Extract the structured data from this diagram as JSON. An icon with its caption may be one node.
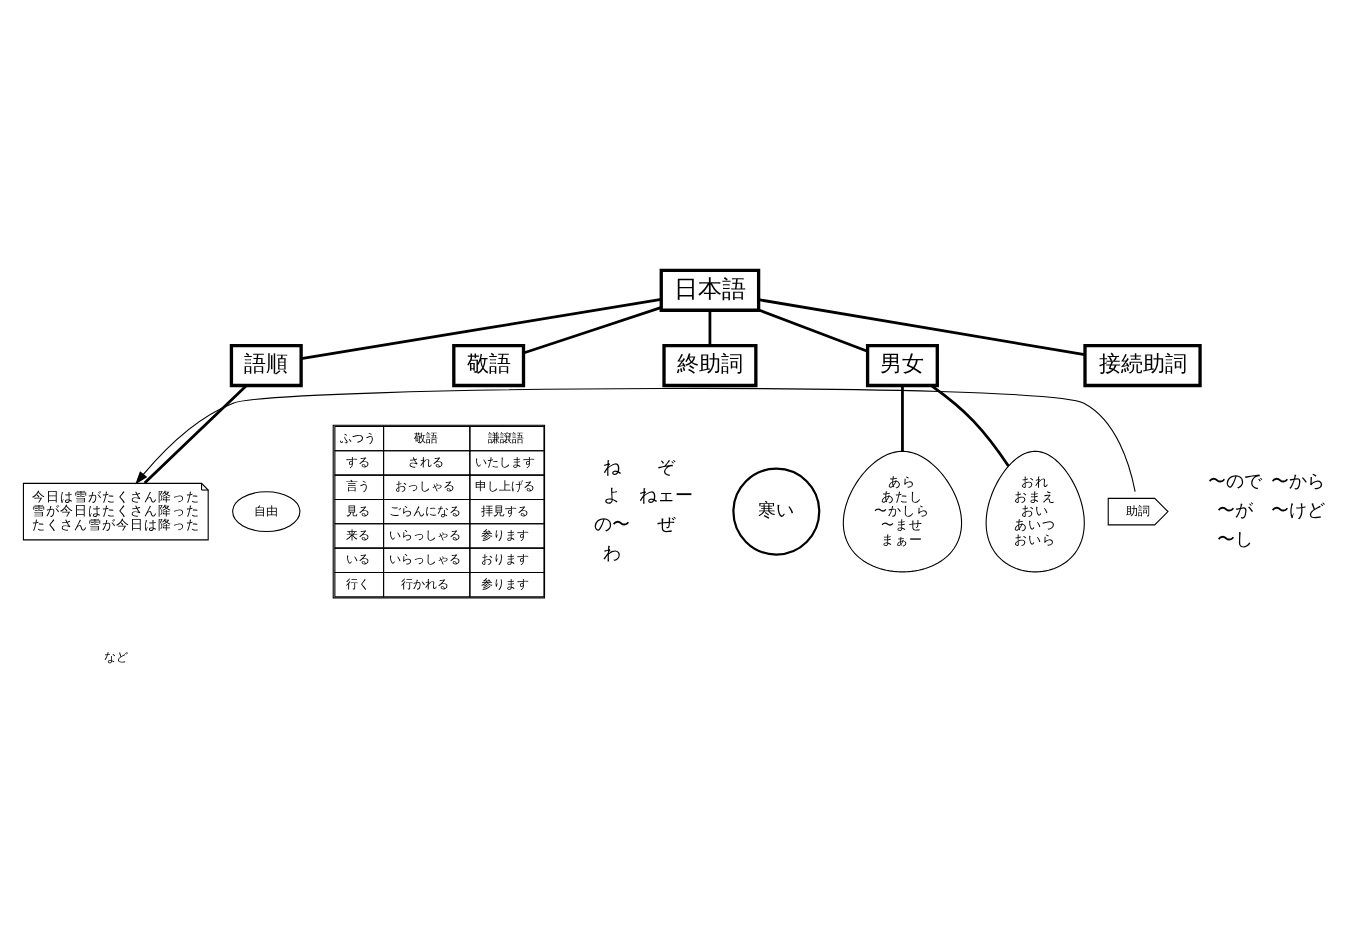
{
  "diagram": {
    "nodes": [
      {
        "text": [
          "日本語"
        ]
      },
      {
        "text": [
          "語順"
        ]
      },
      {
        "text": [
          "今日は雪がたくさん降った",
          "雪が今日はたくさん降った",
          "たくさん雪が今日は降った"
        ]
      },
      {
        "text": [
          "自由"
        ]
      },
      {
        "text": [
          "助詞"
        ]
      },
      {
        "text": [
          "敬語"
        ]
      },
      {
        "text": [
          "終助詞"
        ]
      },
      {
        "text": [
          "寒い"
        ]
      },
      {
        "text": [
          "男女"
        ]
      },
      {
        "text": [
          "おれ",
          "おまえ",
          "おい",
          "あいつ",
          "おいら"
        ]
      },
      {
        "text": [
          "あら",
          "あたし",
          "〜かしら",
          "〜ませ",
          "まぁー"
        ]
      },
      {
        "text": [
          "接続助詞"
        ]
      }
    ],
    "edges": [
      {
        "from": 0,
        "to": 1,
        "arrow": "none"
      },
      {
        "from": 1,
        "to": 2,
        "arrow": "none"
      },
      {
        "from": 4,
        "to": 2,
        "arrow": "to"
      },
      {
        "from": 0,
        "to": 5,
        "arrow": "none"
      },
      {
        "from": 0,
        "to": 6,
        "arrow": "none"
      },
      {
        "from": 0,
        "to": 8,
        "arrow": "none"
      },
      {
        "from": 8,
        "to": 9,
        "arrow": "none"
      },
      {
        "from": 8,
        "to": 10,
        "arrow": "none"
      },
      {
        "from": 0,
        "to": 11,
        "arrow": "none"
      }
    ],
    "labels": [
      "など",
      "ふつう",
      "敬語",
      "謙譲語",
      "する",
      "される",
      "いたします",
      "言う",
      "おっしゃる",
      "申し上げる",
      "見る",
      "ごらんになる",
      "拝見する",
      "来る",
      "いらっしゃる",
      "参ります",
      "いる",
      "いらっしゃる",
      "おります",
      "行く",
      "行かれる",
      "参ります",
      "ね",
      "ぞ",
      "よ",
      "ねェー",
      "の〜",
      "ぜ",
      "わ",
      "〜ので",
      "〜から",
      "〜が",
      "〜けど",
      "〜し"
    ]
  }
}
